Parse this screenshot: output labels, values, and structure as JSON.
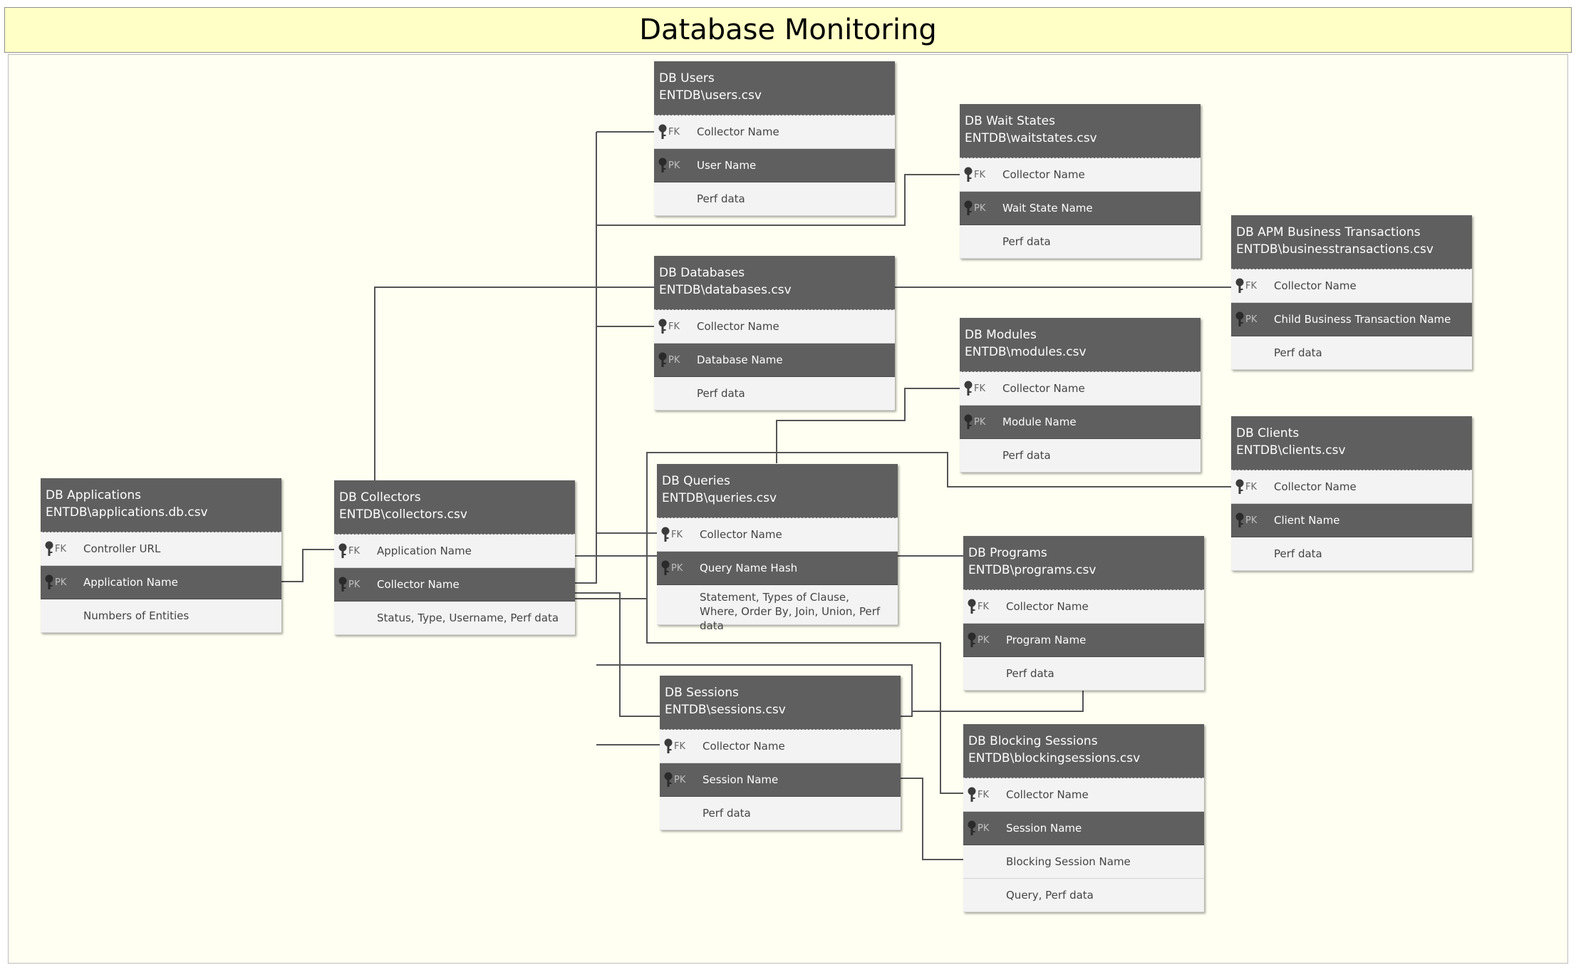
{
  "title": "Database Monitoring",
  "entities": {
    "applications": {
      "name": "DB Applications",
      "file": "ENTDB\\applications.db.csv",
      "rows": [
        {
          "key": "FK",
          "label": "Controller URL"
        },
        {
          "key": "PK",
          "label": "Application Name"
        },
        {
          "key": "",
          "label": "Numbers of Entities"
        }
      ]
    },
    "collectors": {
      "name": "DB Collectors",
      "file": "ENTDB\\collectors.csv",
      "rows": [
        {
          "key": "FK",
          "label": "Application Name"
        },
        {
          "key": "PK",
          "label": "Collector Name"
        },
        {
          "key": "",
          "label": "Status, Type, Username, Perf data"
        }
      ]
    },
    "users": {
      "name": "DB Users",
      "file": "ENTDB\\users.csv",
      "rows": [
        {
          "key": "FK",
          "label": "Collector Name"
        },
        {
          "key": "PK",
          "label": "User Name"
        },
        {
          "key": "",
          "label": "Perf data"
        }
      ]
    },
    "databases": {
      "name": "DB Databases",
      "file": "ENTDB\\databases.csv",
      "rows": [
        {
          "key": "FK",
          "label": "Collector Name"
        },
        {
          "key": "PK",
          "label": "Database Name"
        },
        {
          "key": "",
          "label": "Perf data"
        }
      ]
    },
    "queries": {
      "name": "DB Queries",
      "file": "ENTDB\\queries.csv",
      "rows": [
        {
          "key": "FK",
          "label": "Collector Name"
        },
        {
          "key": "PK",
          "label": "Query Name Hash"
        },
        {
          "key": "",
          "label": "Statement, Types of Clause, Where, Order By, Join, Union, Perf data"
        }
      ]
    },
    "sessions": {
      "name": "DB Sessions",
      "file": "ENTDB\\sessions.csv",
      "rows": [
        {
          "key": "FK",
          "label": "Collector Name"
        },
        {
          "key": "PK",
          "label": "Session Name"
        },
        {
          "key": "",
          "label": "Perf data"
        }
      ]
    },
    "waitstates": {
      "name": "DB Wait States",
      "file": "ENTDB\\waitstates.csv",
      "rows": [
        {
          "key": "FK",
          "label": "Collector Name"
        },
        {
          "key": "PK",
          "label": "Wait State Name"
        },
        {
          "key": "",
          "label": "Perf data"
        }
      ]
    },
    "modules": {
      "name": "DB Modules",
      "file": "ENTDB\\modules.csv",
      "rows": [
        {
          "key": "FK",
          "label": "Collector Name"
        },
        {
          "key": "PK",
          "label": "Module Name"
        },
        {
          "key": "",
          "label": "Perf data"
        }
      ]
    },
    "programs": {
      "name": "DB Programs",
      "file": "ENTDB\\programs.csv",
      "rows": [
        {
          "key": "FK",
          "label": "Collector Name"
        },
        {
          "key": "PK",
          "label": "Program Name"
        },
        {
          "key": "",
          "label": "Perf data"
        }
      ]
    },
    "blocking": {
      "name": "DB Blocking Sessions",
      "file": "ENTDB\\blockingsessions.csv",
      "rows": [
        {
          "key": "FK",
          "label": "Collector Name"
        },
        {
          "key": "PK",
          "label": "Session Name"
        },
        {
          "key": "",
          "label": "Blocking Session Name"
        },
        {
          "key": "",
          "label": "Query, Perf data"
        }
      ]
    },
    "apm": {
      "name": "DB APM Business Transactions",
      "file": "ENTDB\\businesstransactions.csv",
      "rows": [
        {
          "key": "FK",
          "label": "Collector Name"
        },
        {
          "key": "PK",
          "label": "Child Business Transaction Name"
        },
        {
          "key": "",
          "label": "Perf data"
        }
      ]
    },
    "clients": {
      "name": "DB Clients",
      "file": "ENTDB\\clients.csv",
      "rows": [
        {
          "key": "FK",
          "label": "Collector Name"
        },
        {
          "key": "PK",
          "label": "Client Name"
        },
        {
          "key": "",
          "label": "Perf data"
        }
      ]
    }
  }
}
